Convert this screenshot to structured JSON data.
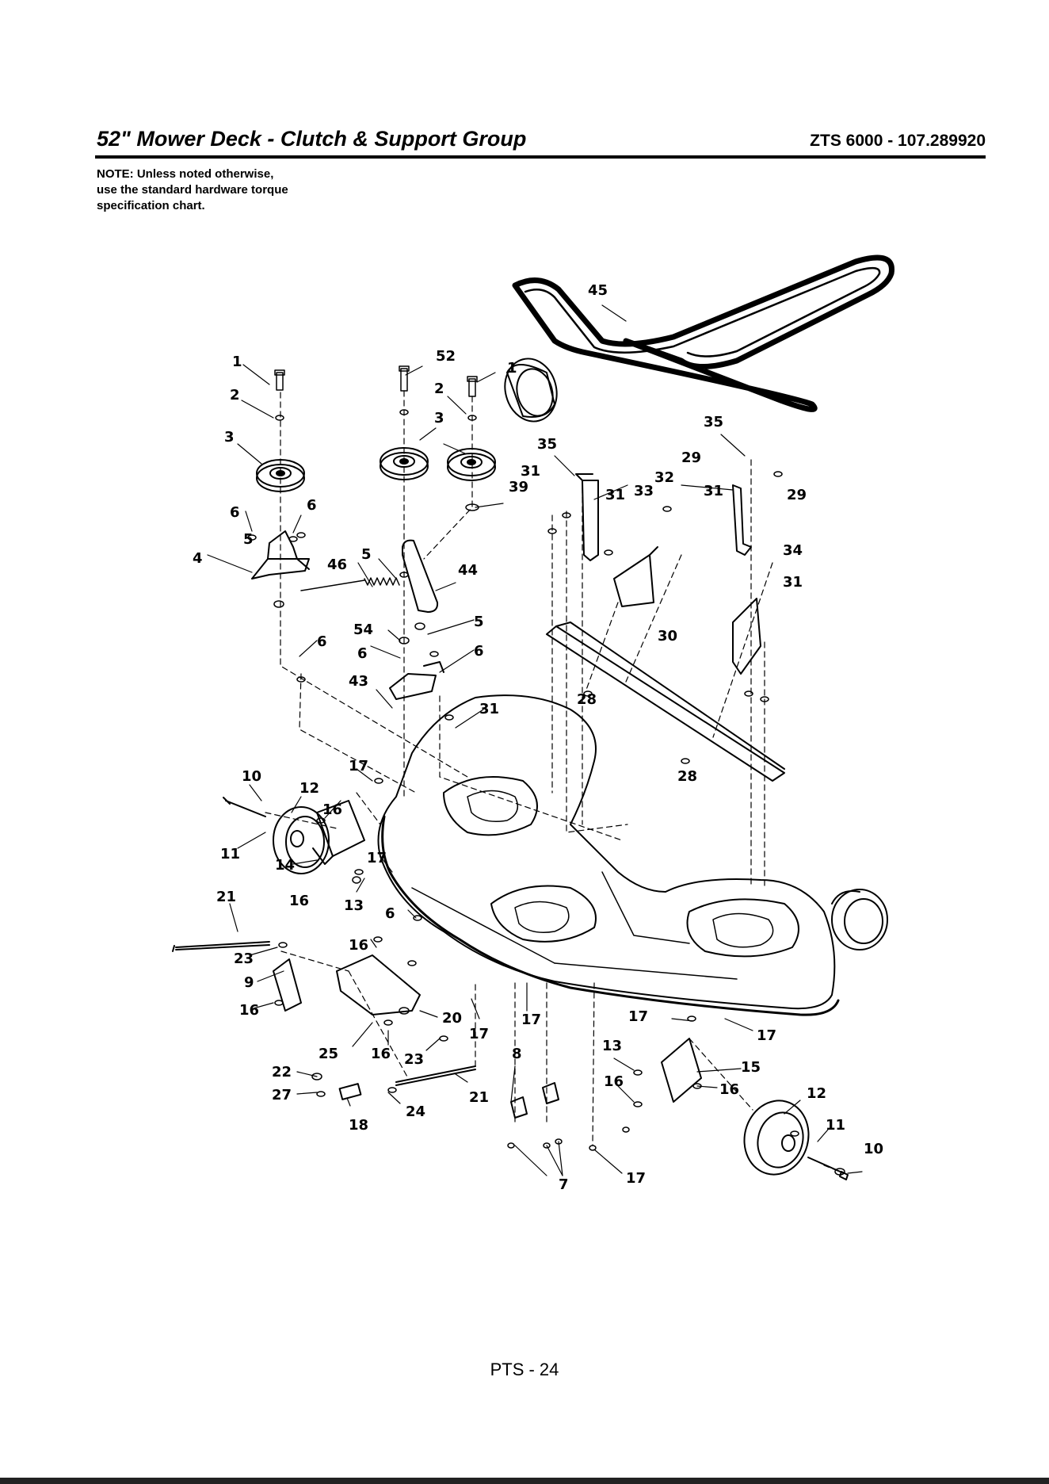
{
  "header": {
    "title": "52\" Mower Deck - Clutch & Support Group",
    "model": "ZTS 6000 - 107.289920"
  },
  "note": {
    "line1": "NOTE: Unless noted otherwise,",
    "line2": "use the standard hardware torque",
    "line3": "specification chart."
  },
  "footer": {
    "page": "PTS - 24"
  },
  "callouts": [
    {
      "id": "c1a",
      "text": "1"
    },
    {
      "id": "c2a",
      "text": "2"
    },
    {
      "id": "c3a",
      "text": "3"
    },
    {
      "id": "c52",
      "text": "52"
    },
    {
      "id": "c1b",
      "text": "1"
    },
    {
      "id": "c2b",
      "text": "2"
    },
    {
      "id": "c3b",
      "text": "3"
    },
    {
      "id": "c45",
      "text": "45"
    },
    {
      "id": "c35a",
      "text": "35"
    },
    {
      "id": "c35b",
      "text": "35"
    },
    {
      "id": "c39",
      "text": "39"
    },
    {
      "id": "c32",
      "text": "32"
    },
    {
      "id": "c29a",
      "text": "29"
    },
    {
      "id": "c31a",
      "text": "31"
    },
    {
      "id": "c33",
      "text": "33"
    },
    {
      "id": "c31b",
      "text": "31"
    },
    {
      "id": "c29b",
      "text": "29"
    },
    {
      "id": "c31c",
      "text": "31"
    },
    {
      "id": "c34",
      "text": "34"
    },
    {
      "id": "c31d",
      "text": "31"
    },
    {
      "id": "c30",
      "text": "30"
    },
    {
      "id": "c28a",
      "text": "28"
    },
    {
      "id": "c28b",
      "text": "28"
    },
    {
      "id": "c6a",
      "text": "6"
    },
    {
      "id": "c6b",
      "text": "6"
    },
    {
      "id": "c4",
      "text": "4"
    },
    {
      "id": "c46",
      "text": "46"
    },
    {
      "id": "c5a",
      "text": "5"
    },
    {
      "id": "c44",
      "text": "44"
    },
    {
      "id": "c5b",
      "text": "5"
    },
    {
      "id": "c54",
      "text": "54"
    },
    {
      "id": "c5c",
      "text": "5"
    },
    {
      "id": "c6c",
      "text": "6"
    },
    {
      "id": "c6d",
      "text": "6"
    },
    {
      "id": "c6e",
      "text": "6"
    },
    {
      "id": "c43",
      "text": "43"
    },
    {
      "id": "c31e",
      "text": "31"
    },
    {
      "id": "c10a",
      "text": "10"
    },
    {
      "id": "c12a",
      "text": "12"
    },
    {
      "id": "c17a",
      "text": "17"
    },
    {
      "id": "c16a",
      "text": "16"
    },
    {
      "id": "c11a",
      "text": "11"
    },
    {
      "id": "c14",
      "text": "14"
    },
    {
      "id": "c17b",
      "text": "17"
    },
    {
      "id": "c16b",
      "text": "16"
    },
    {
      "id": "c13a",
      "text": "13"
    },
    {
      "id": "c21a",
      "text": "21"
    },
    {
      "id": "c6f",
      "text": "6"
    },
    {
      "id": "c16c",
      "text": "16"
    },
    {
      "id": "c23a",
      "text": "23"
    },
    {
      "id": "c9",
      "text": "9"
    },
    {
      "id": "c16d",
      "text": "16"
    },
    {
      "id": "c20",
      "text": "20"
    },
    {
      "id": "c17c",
      "text": "17"
    },
    {
      "id": "c17d",
      "text": "17"
    },
    {
      "id": "c17e",
      "text": "17"
    },
    {
      "id": "c17f",
      "text": "17"
    },
    {
      "id": "c22",
      "text": "22"
    },
    {
      "id": "c25",
      "text": "25"
    },
    {
      "id": "c16e",
      "text": "16"
    },
    {
      "id": "c23b",
      "text": "23"
    },
    {
      "id": "c8",
      "text": "8"
    },
    {
      "id": "c13b",
      "text": "13"
    },
    {
      "id": "c15",
      "text": "15"
    },
    {
      "id": "c27",
      "text": "27"
    },
    {
      "id": "c21b",
      "text": "21"
    },
    {
      "id": "c16f",
      "text": "16"
    },
    {
      "id": "c16g",
      "text": "16"
    },
    {
      "id": "c12b",
      "text": "12"
    },
    {
      "id": "c24",
      "text": "24"
    },
    {
      "id": "c18",
      "text": "18"
    },
    {
      "id": "c11b",
      "text": "11"
    },
    {
      "id": "c10b",
      "text": "10"
    },
    {
      "id": "c7",
      "text": "7"
    },
    {
      "id": "c17g",
      "text": "17"
    }
  ]
}
